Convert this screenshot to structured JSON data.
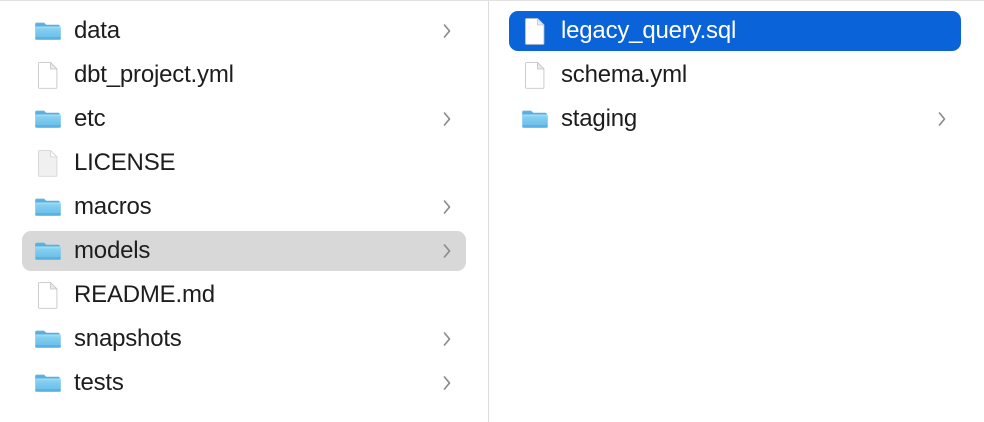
{
  "window": {
    "view_mode": "column",
    "background_color": "#ffffff",
    "divider_color": "#dcdcdc",
    "selection_active_color": "#0a63d8",
    "selection_inactive_color": "#d8d8d8",
    "text_color": "#1d1d1f",
    "selected_text_color": "#ffffff"
  },
  "columns": [
    {
      "name": "column-1",
      "items": [
        {
          "label": "data",
          "kind": "folder",
          "icon": "folder-icon",
          "has_chevron": true,
          "selected": "none"
        },
        {
          "label": "dbt_project.yml",
          "kind": "file",
          "icon": "document-icon",
          "has_chevron": false,
          "selected": "none"
        },
        {
          "label": "etc",
          "kind": "folder",
          "icon": "folder-icon",
          "has_chevron": true,
          "selected": "none"
        },
        {
          "label": "LICENSE",
          "kind": "file-generic",
          "icon": "generic-file-icon",
          "has_chevron": false,
          "selected": "none"
        },
        {
          "label": "macros",
          "kind": "folder",
          "icon": "folder-icon",
          "has_chevron": true,
          "selected": "none"
        },
        {
          "label": "models",
          "kind": "folder",
          "icon": "folder-icon",
          "has_chevron": true,
          "selected": "inactive"
        },
        {
          "label": "README.md",
          "kind": "file",
          "icon": "document-icon",
          "has_chevron": false,
          "selected": "none"
        },
        {
          "label": "snapshots",
          "kind": "folder",
          "icon": "folder-icon",
          "has_chevron": true,
          "selected": "none"
        },
        {
          "label": "tests",
          "kind": "folder",
          "icon": "folder-icon",
          "has_chevron": true,
          "selected": "none"
        }
      ]
    },
    {
      "name": "column-2",
      "items": [
        {
          "label": "legacy_query.sql",
          "kind": "file",
          "icon": "document-icon",
          "has_chevron": false,
          "selected": "active"
        },
        {
          "label": "schema.yml",
          "kind": "file",
          "icon": "document-icon",
          "has_chevron": false,
          "selected": "none"
        },
        {
          "label": "staging",
          "kind": "folder",
          "icon": "folder-icon",
          "has_chevron": true,
          "selected": "none"
        }
      ]
    }
  ]
}
